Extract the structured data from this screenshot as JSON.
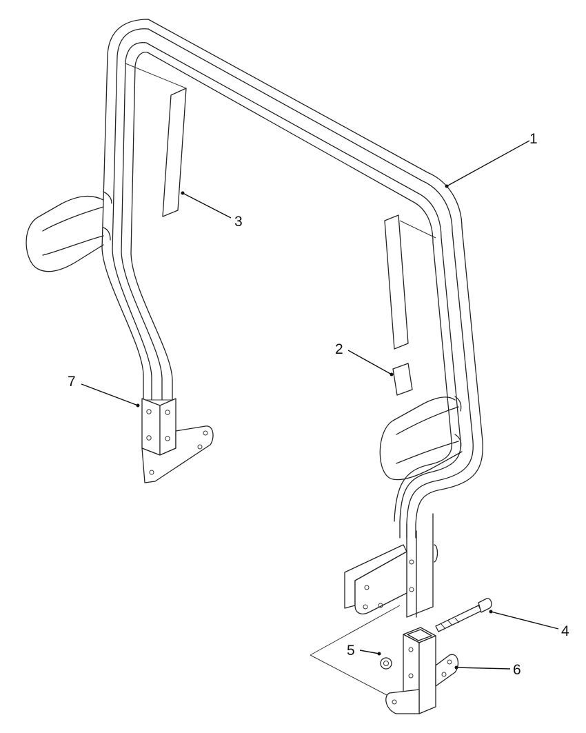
{
  "diagram": {
    "callouts": [
      {
        "id": "1",
        "label": "1"
      },
      {
        "id": "2",
        "label": "2"
      },
      {
        "id": "3",
        "label": "3"
      },
      {
        "id": "4",
        "label": "4"
      },
      {
        "id": "5",
        "label": "5"
      },
      {
        "id": "6",
        "label": "6"
      },
      {
        "id": "7",
        "label": "7"
      }
    ],
    "parts": [
      {
        "ref": "1",
        "icon": "roll-bar-frame-icon"
      },
      {
        "ref": "2",
        "icon": "decal-icon"
      },
      {
        "ref": "3",
        "icon": "decal-icon"
      },
      {
        "ref": "4",
        "icon": "bolt-icon"
      },
      {
        "ref": "5",
        "icon": "nut-icon"
      },
      {
        "ref": "6",
        "icon": "mounting-bracket-icon"
      },
      {
        "ref": "7",
        "icon": "mounting-bracket-icon"
      }
    ]
  }
}
